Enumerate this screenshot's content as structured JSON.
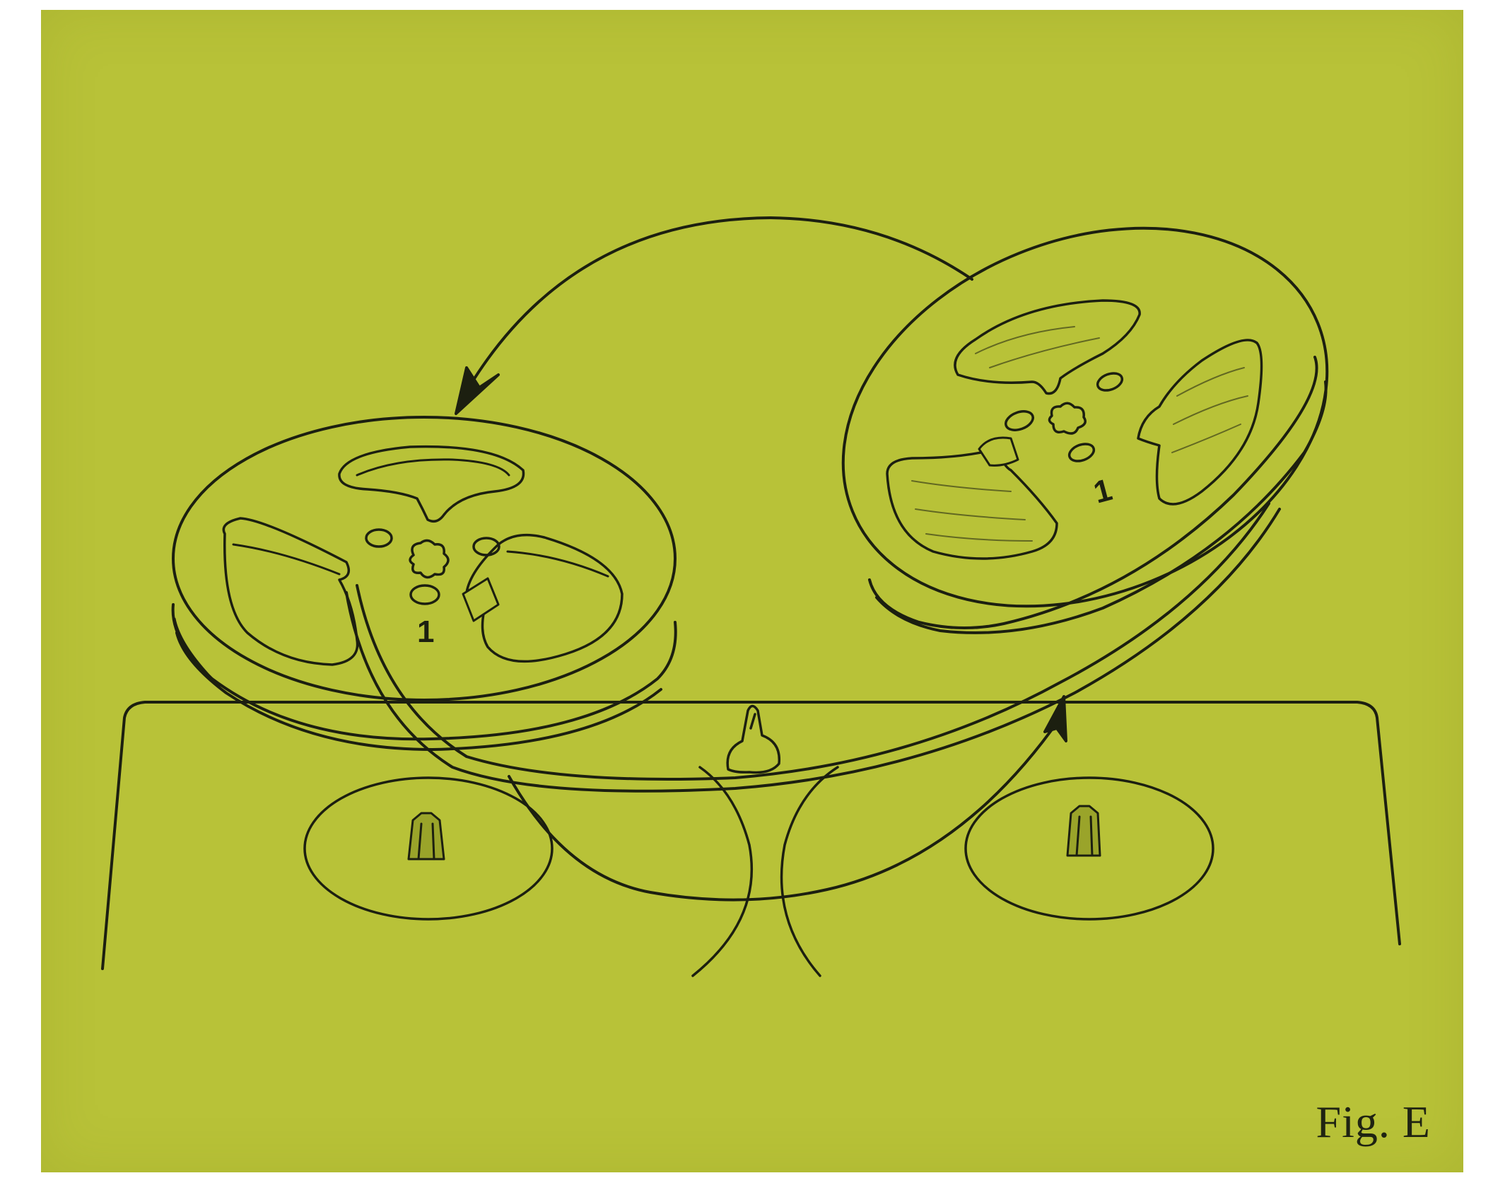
{
  "figure": {
    "label": "Fig. E",
    "background_color": "#b8c238",
    "ink_color": "#1c1f10"
  },
  "reels": {
    "left_reel_number": "1",
    "right_reel_number": "1"
  }
}
